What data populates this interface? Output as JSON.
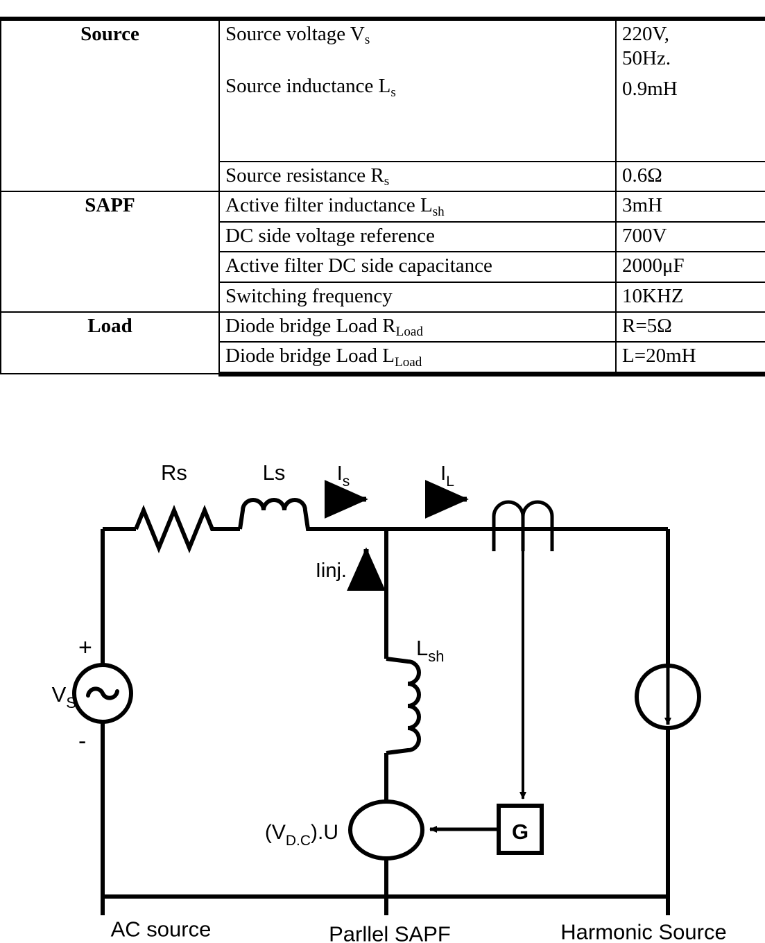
{
  "table": {
    "rows": [
      {
        "category": "Source",
        "category_rowspan": 2,
        "items": [
          {
            "desc_main": "Source voltage V",
            "desc_sub": "s",
            "desc_main2": "Source inductance L",
            "desc_sub2": "s",
            "value1": "220V,",
            "value2": "50Hz.",
            "value3": "0.9mH"
          },
          {
            "desc_main": "Source resistance R",
            "desc_sub": "s",
            "value1": "0.6Ω"
          }
        ]
      },
      {
        "category": "SAPF",
        "items": [
          {
            "desc_main": "Active filter inductance L",
            "desc_sub": "sh",
            "value1": "3mH"
          },
          {
            "desc_main": "DC side voltage reference",
            "desc_sub": "",
            "value1": "700V"
          },
          {
            "desc_main": "Active filter DC side capacitance",
            "desc_sub": "",
            "value1": "2000μF"
          },
          {
            "desc_main": "Switching frequency",
            "desc_sub": "",
            "value1": "10KHZ"
          }
        ]
      },
      {
        "category": "Load",
        "items": [
          {
            "desc_main": "Diode bridge Load R",
            "desc_sub": "Load",
            "value1": "R=5Ω"
          },
          {
            "desc_main": "Diode bridge Load L",
            "desc_sub": "Load",
            "value1": "L=20mH"
          }
        ]
      }
    ],
    "labels": {
      "source": "Source",
      "sapf": "SAPF",
      "load": "Load",
      "source_voltage": "Source voltage V",
      "source_voltage_sub": "s",
      "source_inductance": "Source inductance L",
      "source_inductance_sub": "s",
      "source_resistance": "Source resistance R",
      "source_resistance_sub": "s",
      "filter_inductance": "Active filter inductance L",
      "filter_inductance_sub": "sh",
      "dc_voltage_ref": "DC side voltage reference",
      "dc_capacitance": "Active filter DC side capacitance",
      "switching_frequency": "Switching frequency",
      "load_r": "Diode bridge Load R",
      "load_r_sub": "Load",
      "load_l": "Diode bridge Load L",
      "load_l_sub": "Load"
    },
    "values": {
      "v220": "220V,",
      "f50": "50Hz.",
      "ls": "0.9mH",
      "rs": "0.6Ω",
      "lsh": "3mH",
      "vdc": "700V",
      "cdc": "2000μF",
      "fsw": "10KHZ",
      "rload": "R=5Ω",
      "lload": "L=20mH"
    }
  },
  "circuit": {
    "labels": {
      "rs": "Rs",
      "ls": "Ls",
      "is": "I",
      "is_sub": "s",
      "il": "I",
      "il_sub": "L",
      "iinj": "Iinj.",
      "lsh": "L",
      "lsh_sub": "sh",
      "vs": "V",
      "vs_sub": "S",
      "plus": "+",
      "minus": "-",
      "vdc_u_pre": "(V",
      "vdc_u_sub": "D.C",
      "vdc_u_post": ").U",
      "g": "G",
      "ac_source": "AC source",
      "parallel_sapf": "Parllel SAPF",
      "harmonic_source": "Harmonic Source"
    },
    "colors": {
      "line": "#000000",
      "background": "#ffffff"
    }
  }
}
